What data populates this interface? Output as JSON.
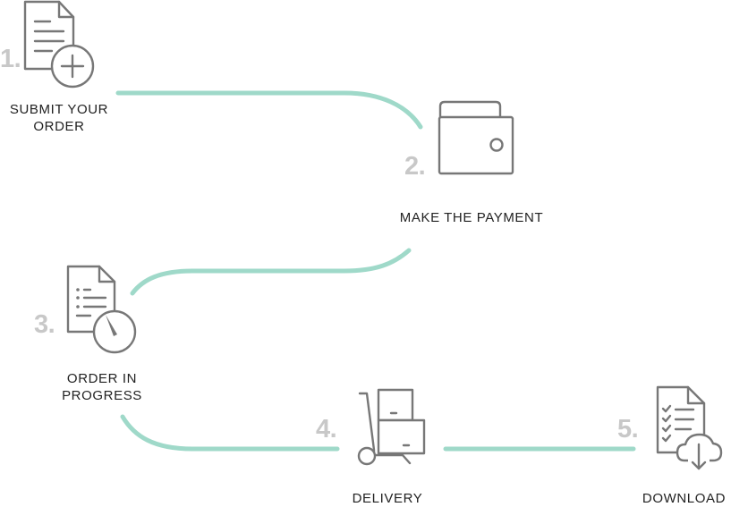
{
  "colors": {
    "connector": "#9fd9c9",
    "icon": "#777777",
    "number": "#c8c8c8",
    "label": "#222222"
  },
  "steps": [
    {
      "number": "1.",
      "label_lines": [
        "SUBMIT YOUR",
        "ORDER"
      ],
      "icon": "document-add-icon"
    },
    {
      "number": "2.",
      "label_lines": [
        "MAKE THE PAYMENT"
      ],
      "icon": "wallet-icon"
    },
    {
      "number": "3.",
      "label_lines": [
        "ORDER IN",
        "PROGRESS"
      ],
      "icon": "document-clock-icon"
    },
    {
      "number": "4.",
      "label_lines": [
        "DELIVERY"
      ],
      "icon": "hand-truck-icon"
    },
    {
      "number": "5.",
      "label_lines": [
        "DOWNLOAD"
      ],
      "icon": "checklist-cloud-download-icon"
    }
  ]
}
